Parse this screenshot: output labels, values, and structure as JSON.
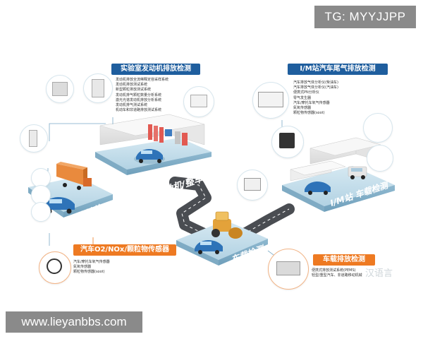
{
  "watermarks": {
    "top_right": "TG: MYYJJPP",
    "bottom_left": "www.lieyanbbs.com",
    "site_logo": "汉语言"
  },
  "lab": {
    "title": "实验室发动机排放检测",
    "items": [
      "发动机排放全流稀释定容采样系统",
      "发动机排放测试系统",
      "新型颗粒排放测试系统",
      "发动机排气颗粒数量分析系统",
      "激光光谱发动机排放分析系统",
      "发动机排气测试系统",
      "机动车和非道路排放测试系统"
    ],
    "platform_label": "发动机/整车台"
  },
  "im": {
    "title": "I/M站汽车尾气排放检测",
    "items": [
      "汽车排放气体分析仪(柴油车)",
      "汽车排放气体分析仪(汽油车)",
      "便携式PN分析仪",
      "零气发生器",
      "汽车/摩托车氧气传感器",
      "氮氧传感器",
      "颗粒物传感器(soot)"
    ],
    "platform_label": "I/M站 车载检测"
  },
  "onboard": {
    "platform_label": "车载前装"
  },
  "sensor": {
    "title": "汽车O2/NOx/颗粒物传感器",
    "items": [
      "汽车/摩托车氧气传感器",
      "氮氧传感器",
      "颗粒物传感器(soot)"
    ]
  },
  "vehicle": {
    "title": "车载排放检测",
    "items": [
      "便携式排放测试系统(PEMS)",
      "轻型/重型汽车、非道路移动机械"
    ],
    "platform_label": "车载检测"
  },
  "colors": {
    "title_blue": "#1f5e9e",
    "title_orange": "#ee7a22",
    "platform_blue": "#bcd9e8",
    "road": "#4a4d52",
    "watermark": "#8a8a8a"
  }
}
